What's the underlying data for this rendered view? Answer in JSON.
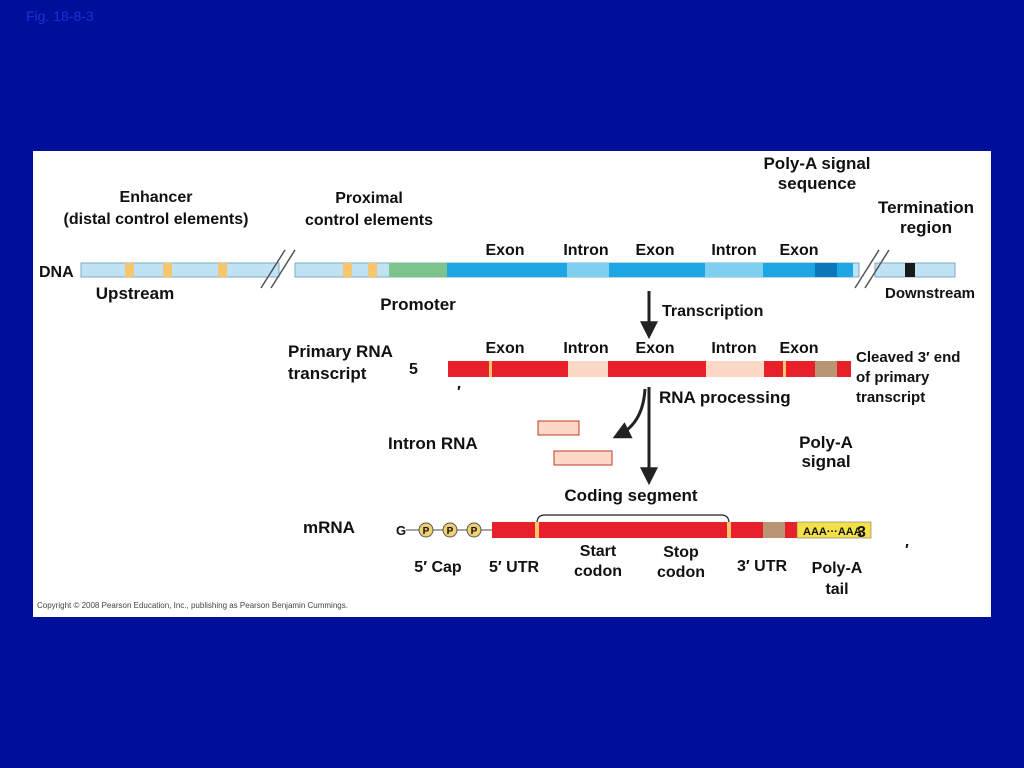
{
  "figure": {
    "label": "Fig. 18-8-3"
  },
  "colors": {
    "background": "#000f99",
    "dna_light": "#bfe3f5",
    "dna_exon": "#1ca7e4",
    "dna_intron": "#7fd0f0",
    "promoter": "#7cc48a",
    "control_element": "#f7c56b",
    "rna_red": "#e8202a",
    "intron_rna": "#fcd9c6",
    "poly_a_signal": "#b89472",
    "poly_a_tail": "#f4e14a"
  },
  "dna": {
    "label": "DNA",
    "upstream": "Upstream",
    "downstream": "Downstream",
    "enhancer_line1": "Enhancer",
    "enhancer_line2": "(distal control elements)",
    "proximal_line1": "Proximal",
    "proximal_line2": "control elements",
    "promoter": "Promoter",
    "poly_a_signal_line1": "Poly-A signal",
    "poly_a_signal_line2": "sequence",
    "termination_line1": "Termination",
    "termination_line2": "region",
    "segments": [
      "Exon",
      "Intron",
      "Exon",
      "Intron",
      "Exon"
    ]
  },
  "transcription": {
    "label": "Transcription"
  },
  "primary": {
    "label_line1": "Primary RNA",
    "label_line2": "transcript",
    "five_prime": "5",
    "five_prime_mark": "′",
    "segments": [
      "Exon",
      "Intron",
      "Exon",
      "Intron",
      "Exon"
    ],
    "cleaved_line1": "Cleaved 3′ end",
    "cleaved_line2": "of primary",
    "cleaved_line3": "transcript"
  },
  "processing": {
    "label": "RNA processing",
    "intron_rna": "Intron RNA",
    "poly_a_line1": "Poly-A",
    "poly_a_line2": "signal",
    "coding_segment": "Coding segment"
  },
  "mrna": {
    "label": "mRNA",
    "cap_g": "G",
    "cap_p": "P",
    "tail_text": "AAA···AAA",
    "three_prime": "3",
    "three_prime_mark": "′",
    "cap": "5′ Cap",
    "utr5": "5′ UTR",
    "start_line1": "Start",
    "start_line2": "codon",
    "stop_line1": "Stop",
    "stop_line2": "codon",
    "utr3": "3′ UTR",
    "tail_line1": "Poly-A",
    "tail_line2": "tail"
  },
  "copyright": "Copyright © 2008 Pearson Education, Inc., publishing as Pearson Benjamin Cummings."
}
